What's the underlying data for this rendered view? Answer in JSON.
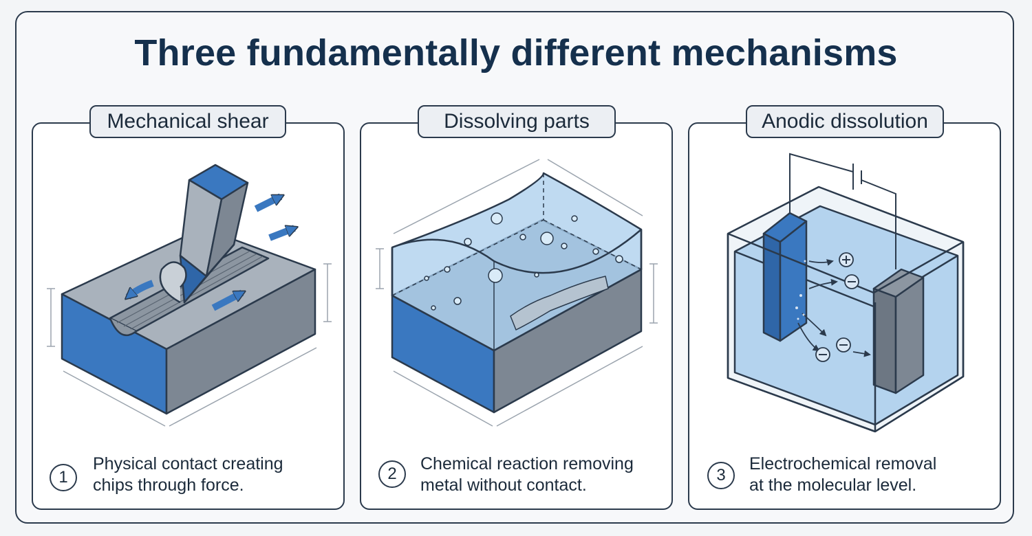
{
  "title": "Three fundamentally different mechanisms",
  "panels": [
    {
      "label": "Mechanical shear",
      "number": "1",
      "caption_line1": "Physical contact creating",
      "caption_line2": "chips through force."
    },
    {
      "label": "Dissolving parts",
      "number": "2",
      "caption_line1": "Chemical reaction removing",
      "caption_line2": "metal without contact."
    },
    {
      "label": "Anodic dissolution",
      "number": "3",
      "caption_line1": "Electrochemical removal",
      "caption_line2": "at the molecular level."
    }
  ],
  "colors": {
    "outline": "#2b3a4c",
    "metal_blue": "#3a78c0",
    "metal_grey": "#7d8793",
    "metal_top": "#a9b2bc",
    "fluid": "#a9cdec"
  }
}
